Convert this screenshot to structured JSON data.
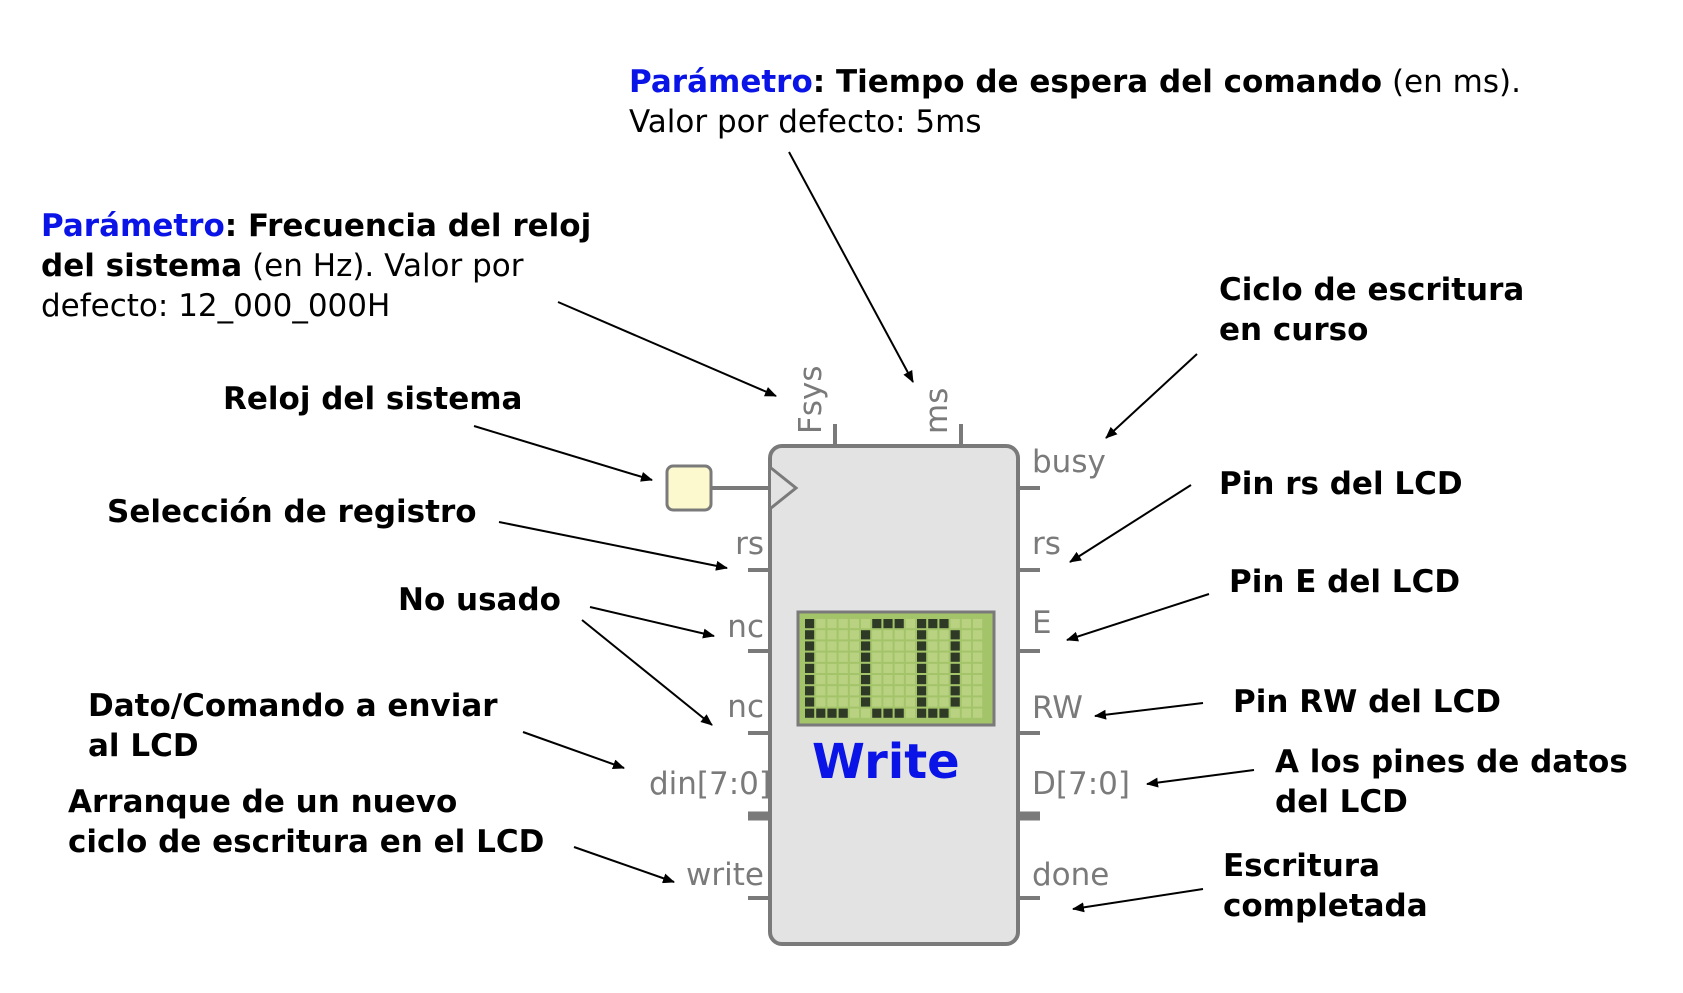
{
  "block": {
    "name": "Write",
    "icon": "lcd-icon",
    "icon_text": "LCD",
    "colors": {
      "body": "#e3e3e3",
      "border": "#7a7a7a",
      "lcd_bg": "#a4c46a",
      "lcd_pixels": "#2f3a26",
      "clock_box": "#fdf9cf",
      "param_blue": "#0a14e6"
    },
    "top_ports": [
      "Fsys",
      "ms"
    ],
    "left_ports": [
      "rs",
      "nc",
      "nc",
      "din[7:0]",
      "write"
    ],
    "right_ports": [
      "busy",
      "rs",
      "E",
      "RW",
      "D[7:0]",
      "done"
    ]
  },
  "annotations": {
    "param_ms": {
      "prefix": "Parámetro",
      "bold": ": Tiempo de espera del comando",
      "rest": " (en ms).",
      "line2": "Valor por defecto: 5ms"
    },
    "param_fsys": {
      "prefix": "Parámetro",
      "bold1": ": Frecuencia del reloj",
      "bold2": "del sistema",
      "rest2": " (en Hz). Valor por",
      "line3": "defecto: 12_000_000H"
    },
    "clock": "Reloj del sistema",
    "rs_in": "Selección de registro",
    "nc": "No usado",
    "din": [
      "Dato/Comando a enviar",
      "al LCD"
    ],
    "write": [
      "Arranque de un nuevo",
      "ciclo de escritura en el LCD"
    ],
    "busy": [
      "Ciclo de escritura",
      "en curso"
    ],
    "rs_out": "Pin rs del LCD",
    "e_out": "Pin E del LCD",
    "rw_out": "Pin RW del LCD",
    "d_out": [
      "A los pines de datos",
      "del LCD"
    ],
    "done": [
      "Escritura",
      "completada"
    ]
  }
}
